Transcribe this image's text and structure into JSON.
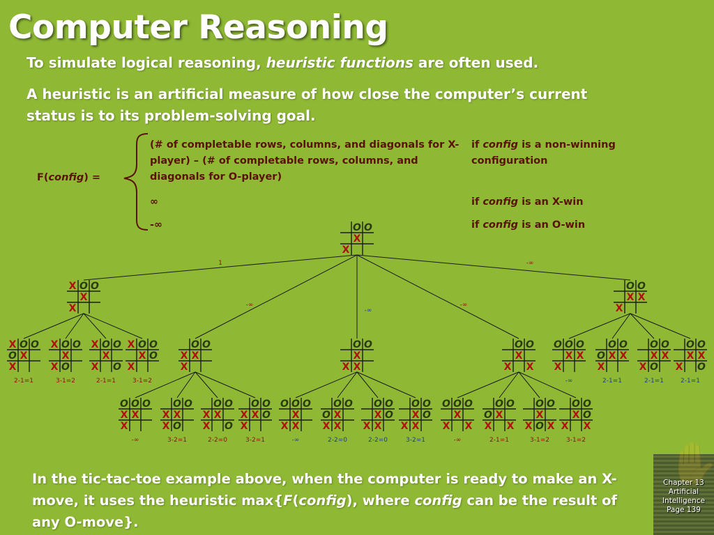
{
  "slide": {
    "title": "Computer Reasoning",
    "intro": {
      "pre": "To simulate logical reasoning, ",
      "em": "heuristic functions",
      "post": " are often used."
    },
    "definition": "A heuristic is an artificial measure of how close the computer’s current status is to its problem-solving goal.",
    "formula": {
      "lhs_pre": "F(",
      "lhs_em": "config",
      "lhs_post": ") =",
      "case1_expr": "(# of completable rows, columns, and diagonals for X-player) – (# of completable rows, columns, and diagonals for O-player)",
      "case1_cond_pre": "if ",
      "case1_cond_em": "config",
      "case1_cond_post": " is a non-winning configuration",
      "case2_expr": "∞",
      "case2_cond_pre": "if ",
      "case2_cond_em": "config",
      "case2_cond_post": " is an X-win",
      "case3_expr": "-∞",
      "case3_cond_pre": "if ",
      "case3_cond_em": "config",
      "case3_cond_post": " is an O-win"
    },
    "closing": {
      "p1": "In the tic-tac-toe example above, when the computer is ready to make an X-move, it uses the heuristic max{",
      "f": "F",
      "p2": "(",
      "em1": "config",
      "p3": "), where ",
      "em2": "config",
      "p4": " can be the result of any O-move}."
    },
    "badge": {
      "line1": "Chapter 13",
      "line2": "Artificial",
      "line3": "Intelligence",
      "line4": "Page 139"
    }
  },
  "colors": {
    "background": "#8fb935",
    "formula_text": "#5a1205",
    "x_mark": "#b01010",
    "o_mark": "#2a3a10",
    "label": "#8a1010",
    "label_blue": "#1e3f86"
  },
  "tree": {
    "root": {
      "board": [
        "",
        "O",
        "O",
        "",
        "X",
        "",
        "X",
        "",
        ""
      ]
    },
    "edge_labels": [
      "1",
      "-∞",
      "-∞",
      "-∞"
    ],
    "level1": [
      {
        "board": [
          "X",
          "O",
          "O",
          "",
          "X",
          "",
          "X",
          "",
          ""
        ]
      },
      {
        "board": [
          "",
          "O",
          "O",
          "X",
          "X",
          "",
          "X",
          "",
          ""
        ]
      },
      {
        "board": [
          "",
          "O",
          "O",
          "",
          "X",
          "",
          "X",
          "X",
          ""
        ]
      },
      {
        "board": [
          "",
          "O",
          "O",
          "",
          "X",
          "",
          "X",
          "",
          "X"
        ]
      },
      {
        "board": [
          "",
          "O",
          "O",
          "",
          "X",
          "X",
          "X",
          "",
          ""
        ]
      }
    ],
    "level2": [
      {
        "board": [
          "X",
          "O",
          "O",
          "O",
          "X",
          "",
          "X",
          "",
          ""
        ],
        "value": "2-1=1"
      },
      {
        "board": [
          "X",
          "O",
          "O",
          "",
          "X",
          "",
          "X",
          "O",
          ""
        ],
        "value": "3-1=2"
      },
      {
        "board": [
          "X",
          "O",
          "O",
          "",
          "X",
          "",
          "X",
          "",
          "O"
        ],
        "value": "2-1=1"
      },
      {
        "board": [
          "X",
          "O",
          "O",
          "",
          "X",
          "O",
          "X",
          "",
          ""
        ],
        "value": "3-1=2"
      },
      {
        "board": [
          "O",
          "O",
          "O",
          "",
          "X",
          "X",
          "X",
          "",
          ""
        ],
        "value": "-∞"
      },
      {
        "board": [
          "",
          "O",
          "O",
          "O",
          "X",
          "X",
          "X",
          "",
          ""
        ],
        "value": "2-1=1"
      },
      {
        "board": [
          "",
          "O",
          "O",
          "",
          "X",
          "X",
          "X",
          "O",
          ""
        ],
        "value": "2-1=1"
      },
      {
        "board": [
          "",
          "O",
          "O",
          "",
          "X",
          "X",
          "X",
          "",
          "O"
        ],
        "value": "2-1=1"
      }
    ],
    "level3": [
      {
        "board": [
          "O",
          "O",
          "O",
          "X",
          "X",
          "",
          "X",
          "",
          ""
        ],
        "value": "-∞"
      },
      {
        "board": [
          "",
          "O",
          "O",
          "X",
          "X",
          "",
          "X",
          "O",
          ""
        ],
        "value": "3-2=1"
      },
      {
        "board": [
          "",
          "O",
          "O",
          "X",
          "X",
          "",
          "X",
          "",
          "O"
        ],
        "value": "2-2=0"
      },
      {
        "board": [
          "",
          "O",
          "O",
          "X",
          "X",
          "O",
          "X",
          "",
          ""
        ],
        "value": "3-2=1"
      },
      {
        "board": [
          "O",
          "O",
          "O",
          "",
          "X",
          "",
          "X",
          "X",
          ""
        ],
        "value": "-∞"
      },
      {
        "board": [
          "",
          "O",
          "O",
          "O",
          "X",
          "",
          "X",
          "X",
          ""
        ],
        "value": "2-2=0"
      },
      {
        "board": [
          "",
          "O",
          "O",
          "",
          "X",
          "O",
          "X",
          "X",
          ""
        ],
        "value": "2-2=0"
      },
      {
        "board": [
          "",
          "O",
          "O",
          "",
          "X",
          "O",
          "X",
          "X",
          ""
        ],
        "value": "3-2=1"
      },
      {
        "board": [
          "O",
          "O",
          "O",
          "",
          "X",
          "",
          "X",
          "",
          "X"
        ],
        "value": "-∞"
      },
      {
        "board": [
          "",
          "O",
          "O",
          "O",
          "X",
          "",
          "X",
          "",
          "X"
        ],
        "value": "2-1=1"
      },
      {
        "board": [
          "",
          "O",
          "O",
          "",
          "X",
          "",
          "X",
          "O",
          "X"
        ],
        "value": "3-1=2"
      },
      {
        "board": [
          "",
          "O",
          "O",
          "",
          "X",
          "O",
          "X",
          "",
          "X"
        ],
        "value": "3-1=2"
      }
    ]
  }
}
